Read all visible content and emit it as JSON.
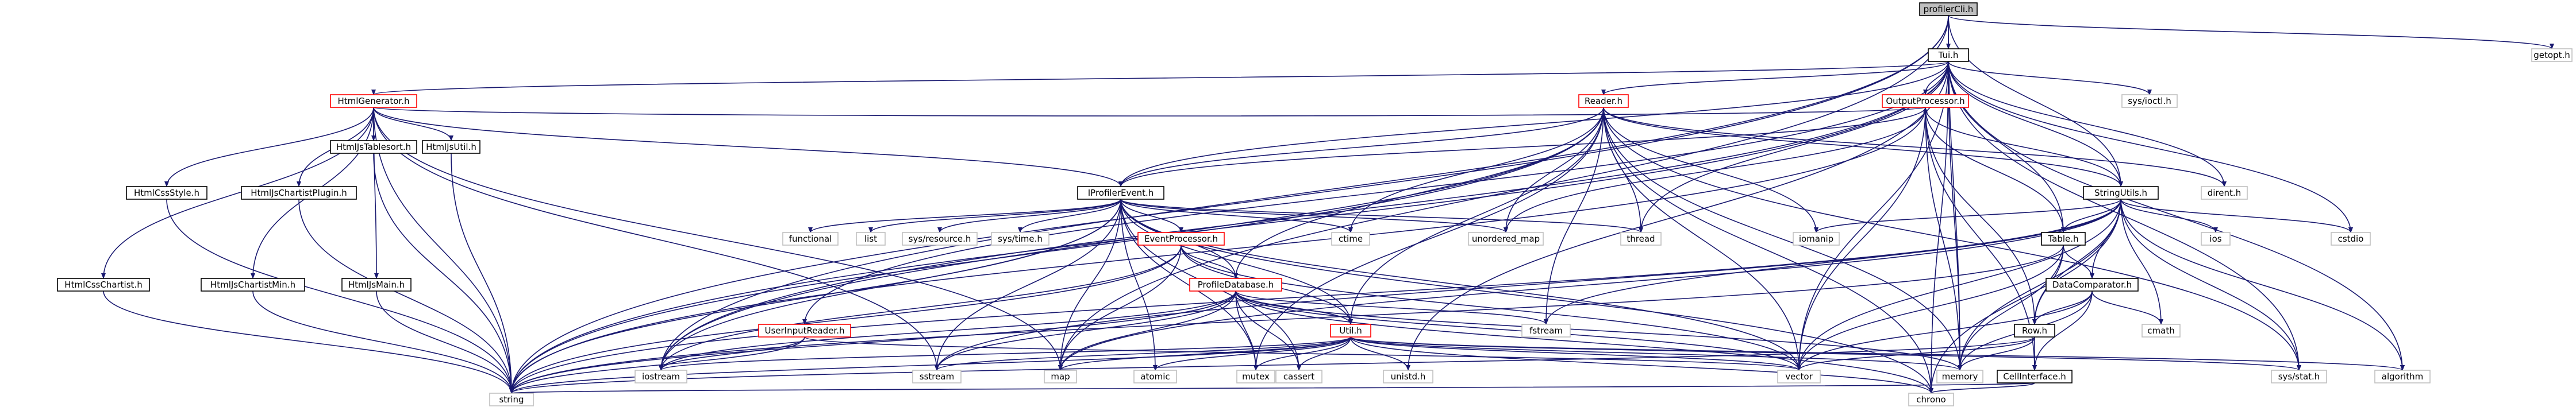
{
  "colors": {
    "edge": "#191970",
    "root_fill": "#bfbfbf",
    "root_border": "#000000",
    "file_border": "#000000",
    "red_border": "#ff0000",
    "system_border": "#bfbfbf",
    "node_fill": "#ffffff"
  },
  "nodes": {
    "profiler_h": {
      "label": "profilerCli.h",
      "kind": "root"
    },
    "tui_h": {
      "label": "Tui.h",
      "kind": "file"
    },
    "getopt_h": {
      "label": "getopt.h",
      "kind": "system"
    },
    "htmlgenerator_h": {
      "label": "HtmlGenerator.h",
      "kind": "red"
    },
    "reader_h": {
      "label": "Reader.h",
      "kind": "red"
    },
    "outputprocessor_h": {
      "label": "OutputProcessor.h",
      "kind": "red"
    },
    "sysioctl_h": {
      "label": "sys/ioctl.h",
      "kind": "system"
    },
    "htmlcssstyle_h": {
      "label": "HtmlCssStyle.h",
      "kind": "file"
    },
    "htmljschartistplugin_h": {
      "label": "HtmlJsChartistPlugin.h",
      "kind": "file"
    },
    "htmljstablesort_h": {
      "label": "HtmlJsTablesort.h",
      "kind": "file"
    },
    "htmljsutil_h": {
      "label": "HtmlJsUtil.h",
      "kind": "file"
    },
    "htmlcsschartist_h": {
      "label": "HtmlCssChartist.h",
      "kind": "file"
    },
    "htmljschartistmin_h": {
      "label": "HtmlJsChartistMin.h",
      "kind": "file"
    },
    "htmljsmain_h": {
      "label": "HtmlJsMain.h",
      "kind": "file"
    },
    "iprofilerevent_h": {
      "label": "IProfilerEvent.h",
      "kind": "file"
    },
    "stringutils_h": {
      "label": "StringUtils.h",
      "kind": "file"
    },
    "table_h": {
      "label": "Table.h",
      "kind": "file"
    },
    "dirent_h": {
      "label": "dirent.h",
      "kind": "system"
    },
    "cstdio": {
      "label": "cstdio",
      "kind": "system"
    },
    "eventprocessor_h": {
      "label": "EventProcessor.h",
      "kind": "red"
    },
    "profiledatabase_h": {
      "label": "ProfileDatabase.h",
      "kind": "red"
    },
    "userinputreader_h": {
      "label": "UserInputReader.h",
      "kind": "red"
    },
    "util_h": {
      "label": "Util.h",
      "kind": "red"
    },
    "datacomparator_h": {
      "label": "DataComparator.h",
      "kind": "file"
    },
    "row_h": {
      "label": "Row.h",
      "kind": "file"
    },
    "cellinterface_h": {
      "label": "CellInterface.h",
      "kind": "file"
    },
    "functional": {
      "label": "functional",
      "kind": "system"
    },
    "list": {
      "label": "list",
      "kind": "system"
    },
    "sysresource_h": {
      "label": "sys/resource.h",
      "kind": "system"
    },
    "systime_h": {
      "label": "sys/time.h",
      "kind": "system"
    },
    "ctime": {
      "label": "ctime",
      "kind": "system"
    },
    "unordered_map": {
      "label": "unordered_map",
      "kind": "system"
    },
    "thread": {
      "label": "thread",
      "kind": "system"
    },
    "iomanip": {
      "label": "iomanip",
      "kind": "system"
    },
    "ios": {
      "label": "ios",
      "kind": "system"
    },
    "fstream": {
      "label": "fstream",
      "kind": "system"
    },
    "cmath": {
      "label": "cmath",
      "kind": "system"
    },
    "iostream": {
      "label": "iostream",
      "kind": "system"
    },
    "sstream": {
      "label": "sstream",
      "kind": "system"
    },
    "map": {
      "label": "map",
      "kind": "system"
    },
    "atomic": {
      "label": "atomic",
      "kind": "system"
    },
    "mutex": {
      "label": "mutex",
      "kind": "system"
    },
    "cassert": {
      "label": "cassert",
      "kind": "system"
    },
    "unistd_h": {
      "label": "unistd.h",
      "kind": "system"
    },
    "vector": {
      "label": "vector",
      "kind": "system"
    },
    "memory": {
      "label": "memory",
      "kind": "system"
    },
    "sysstat_h": {
      "label": "sys/stat.h",
      "kind": "system"
    },
    "algorithm": {
      "label": "algorithm",
      "kind": "system"
    },
    "string": {
      "label": "string",
      "kind": "system"
    },
    "chrono": {
      "label": "chrono",
      "kind": "system"
    }
  },
  "edges": [
    [
      "profiler_h",
      "tui_h"
    ],
    [
      "profiler_h",
      "getopt_h"
    ],
    [
      "profiler_h",
      "string"
    ],
    [
      "profiler_h",
      "iostream"
    ],
    [
      "profiler_h",
      "stringutils_h"
    ],
    [
      "profiler_h",
      "memory"
    ],
    [
      "profiler_h",
      "map"
    ],
    [
      "tui_h",
      "htmlgenerator_h"
    ],
    [
      "tui_h",
      "reader_h"
    ],
    [
      "tui_h",
      "outputprocessor_h"
    ],
    [
      "tui_h",
      "sysioctl_h"
    ],
    [
      "tui_h",
      "iprofilerevent_h"
    ],
    [
      "tui_h",
      "stringutils_h"
    ],
    [
      "tui_h",
      "table_h"
    ],
    [
      "tui_h",
      "dirent_h"
    ],
    [
      "tui_h",
      "cstdio"
    ],
    [
      "tui_h",
      "userinputreader_h"
    ],
    [
      "tui_h",
      "iostream"
    ],
    [
      "tui_h",
      "string"
    ],
    [
      "tui_h",
      "chrono"
    ],
    [
      "tui_h",
      "thread"
    ],
    [
      "tui_h",
      "unistd_h"
    ],
    [
      "tui_h",
      "algorithm"
    ],
    [
      "tui_h",
      "memory"
    ],
    [
      "tui_h",
      "sysstat_h"
    ],
    [
      "tui_h",
      "vector"
    ],
    [
      "htmlgenerator_h",
      "htmlcssstyle_h"
    ],
    [
      "htmlgenerator_h",
      "htmljschartistplugin_h"
    ],
    [
      "htmlgenerator_h",
      "htmljstablesort_h"
    ],
    [
      "htmlgenerator_h",
      "htmljsutil_h"
    ],
    [
      "htmlgenerator_h",
      "htmlcsschartist_h"
    ],
    [
      "htmlgenerator_h",
      "htmljschartistmin_h"
    ],
    [
      "htmlgenerator_h",
      "htmljsmain_h"
    ],
    [
      "htmlgenerator_h",
      "iprofilerevent_h"
    ],
    [
      "htmlgenerator_h",
      "outputprocessor_h"
    ],
    [
      "htmlgenerator_h",
      "string"
    ],
    [
      "htmlgenerator_h",
      "sstream"
    ],
    [
      "htmlgenerator_h",
      "map"
    ],
    [
      "htmlcssstyle_h",
      "string"
    ],
    [
      "htmljschartistplugin_h",
      "string"
    ],
    [
      "htmljstablesort_h",
      "string"
    ],
    [
      "htmljsutil_h",
      "string"
    ],
    [
      "htmlcsschartist_h",
      "string"
    ],
    [
      "htmljschartistmin_h",
      "string"
    ],
    [
      "htmljsmain_h",
      "string"
    ],
    [
      "reader_h",
      "iprofilerevent_h"
    ],
    [
      "reader_h",
      "stringutils_h"
    ],
    [
      "reader_h",
      "profiledatabase_h"
    ],
    [
      "reader_h",
      "util_h"
    ],
    [
      "reader_h",
      "ctime"
    ],
    [
      "reader_h",
      "unordered_map"
    ],
    [
      "reader_h",
      "thread"
    ],
    [
      "reader_h",
      "iomanip"
    ],
    [
      "reader_h",
      "fstream"
    ],
    [
      "reader_h",
      "iostream"
    ],
    [
      "reader_h",
      "vector"
    ],
    [
      "reader_h",
      "memory"
    ],
    [
      "reader_h",
      "string"
    ],
    [
      "reader_h",
      "dirent_h"
    ],
    [
      "reader_h",
      "chrono"
    ],
    [
      "reader_h",
      "sysstat_h"
    ],
    [
      "reader_h",
      "mutex"
    ],
    [
      "outputprocessor_h",
      "iprofilerevent_h"
    ],
    [
      "outputprocessor_h",
      "stringutils_h"
    ],
    [
      "outputprocessor_h",
      "table_h"
    ],
    [
      "outputprocessor_h",
      "row_h"
    ],
    [
      "outputprocessor_h",
      "unordered_map"
    ],
    [
      "outputprocessor_h",
      "memory"
    ],
    [
      "outputprocessor_h",
      "vector"
    ],
    [
      "outputprocessor_h",
      "cellinterface_h"
    ],
    [
      "outputprocessor_h",
      "string"
    ],
    [
      "iprofilerevent_h",
      "functional"
    ],
    [
      "iprofilerevent_h",
      "list"
    ],
    [
      "iprofilerevent_h",
      "sysresource_h"
    ],
    [
      "iprofilerevent_h",
      "systime_h"
    ],
    [
      "iprofilerevent_h",
      "ctime"
    ],
    [
      "iprofilerevent_h",
      "unordered_map"
    ],
    [
      "iprofilerevent_h",
      "thread"
    ],
    [
      "iprofilerevent_h",
      "eventprocessor_h"
    ],
    [
      "iprofilerevent_h",
      "profiledatabase_h"
    ],
    [
      "iprofilerevent_h",
      "util_h"
    ],
    [
      "iprofilerevent_h",
      "iostream"
    ],
    [
      "iprofilerevent_h",
      "sstream"
    ],
    [
      "iprofilerevent_h",
      "atomic"
    ],
    [
      "iprofilerevent_h",
      "mutex"
    ],
    [
      "iprofilerevent_h",
      "cassert"
    ],
    [
      "iprofilerevent_h",
      "vector"
    ],
    [
      "iprofilerevent_h",
      "string"
    ],
    [
      "iprofilerevent_h",
      "chrono"
    ],
    [
      "iprofilerevent_h",
      "map"
    ],
    [
      "eventprocessor_h",
      "profiledatabase_h"
    ],
    [
      "eventprocessor_h",
      "util_h"
    ],
    [
      "eventprocessor_h",
      "map"
    ],
    [
      "eventprocessor_h",
      "vector"
    ],
    [
      "eventprocessor_h",
      "string"
    ],
    [
      "eventprocessor_h",
      "iostream"
    ],
    [
      "profiledatabase_h",
      "util_h"
    ],
    [
      "profiledatabase_h",
      "fstream"
    ],
    [
      "profiledatabase_h",
      "map"
    ],
    [
      "profiledatabase_h",
      "vector"
    ],
    [
      "profiledatabase_h",
      "string"
    ],
    [
      "profiledatabase_h",
      "mutex"
    ],
    [
      "profiledatabase_h",
      "cassert"
    ],
    [
      "profiledatabase_h",
      "iostream"
    ],
    [
      "profiledatabase_h",
      "memory"
    ],
    [
      "profiledatabase_h",
      "sstream"
    ],
    [
      "profiledatabase_h",
      "chrono"
    ],
    [
      "util_h",
      "iostream"
    ],
    [
      "util_h",
      "sstream"
    ],
    [
      "util_h",
      "map"
    ],
    [
      "util_h",
      "atomic"
    ],
    [
      "util_h",
      "mutex"
    ],
    [
      "util_h",
      "cassert"
    ],
    [
      "util_h",
      "unistd_h"
    ],
    [
      "util_h",
      "vector"
    ],
    [
      "util_h",
      "memory"
    ],
    [
      "util_h",
      "sysstat_h"
    ],
    [
      "util_h",
      "algorithm"
    ],
    [
      "util_h",
      "string"
    ],
    [
      "util_h",
      "chrono"
    ],
    [
      "userinputreader_h",
      "iostream"
    ],
    [
      "userinputreader_h",
      "string"
    ],
    [
      "userinputreader_h",
      "vector"
    ],
    [
      "stringutils_h",
      "table_h"
    ],
    [
      "stringutils_h",
      "datacomparator_h"
    ],
    [
      "stringutils_h",
      "row_h"
    ],
    [
      "stringutils_h",
      "iomanip"
    ],
    [
      "stringutils_h",
      "ios"
    ],
    [
      "stringutils_h",
      "cmath"
    ],
    [
      "stringutils_h",
      "cstdio"
    ],
    [
      "stringutils_h",
      "fstream"
    ],
    [
      "stringutils_h",
      "sstream"
    ],
    [
      "stringutils_h",
      "vector"
    ],
    [
      "stringutils_h",
      "string"
    ],
    [
      "stringutils_h",
      "memory"
    ],
    [
      "stringutils_h",
      "sysstat_h"
    ],
    [
      "stringutils_h",
      "algorithm"
    ],
    [
      "stringutils_h",
      "chrono"
    ],
    [
      "stringutils_h",
      "map"
    ],
    [
      "table_h",
      "datacomparator_h"
    ],
    [
      "table_h",
      "row_h"
    ],
    [
      "table_h",
      "vector"
    ],
    [
      "table_h",
      "string"
    ],
    [
      "table_h",
      "memory"
    ],
    [
      "datacomparator_h",
      "row_h"
    ],
    [
      "datacomparator_h",
      "cmath"
    ],
    [
      "datacomparator_h",
      "cellinterface_h"
    ],
    [
      "datacomparator_h",
      "memory"
    ],
    [
      "datacomparator_h",
      "vector"
    ],
    [
      "row_h",
      "cellinterface_h"
    ],
    [
      "row_h",
      "vector"
    ],
    [
      "row_h",
      "memory"
    ],
    [
      "row_h",
      "string"
    ],
    [
      "cellinterface_h",
      "string"
    ],
    [
      "cellinterface_h",
      "chrono"
    ]
  ]
}
